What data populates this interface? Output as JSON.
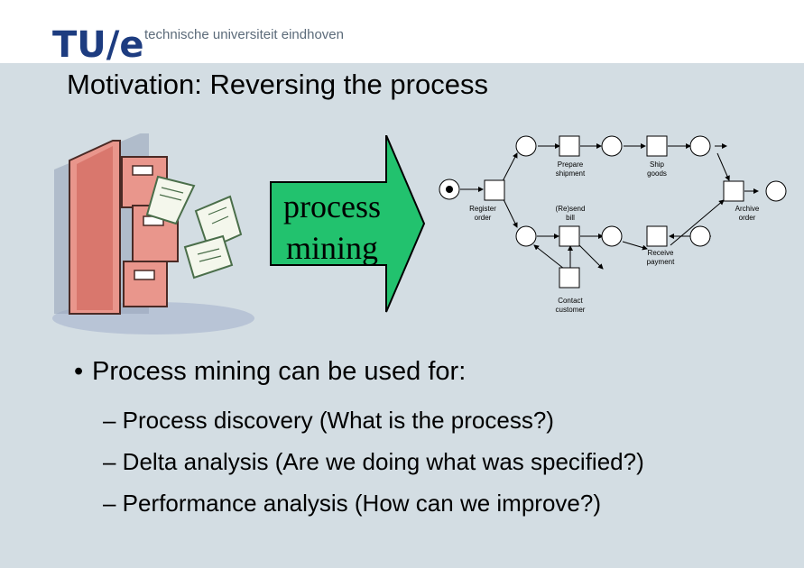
{
  "header": {
    "logo_text": "TU/e",
    "university_name": "technische universiteit eindhoven"
  },
  "title": "Motivation: Reversing the process",
  "arrow": {
    "line1": "process",
    "line2": "mining",
    "color": "#22c26e"
  },
  "petri_net": {
    "labels": {
      "register_order": "Register\norder",
      "prepare_shipment": "Prepare\nshipment",
      "ship_goods": "Ship\ngoods",
      "resend_bill": "(Re)send\nbill",
      "receive_payment": "Receive\npayment",
      "archive_order": "Archive\norder",
      "contact_customer": "Contact\ncustomer"
    }
  },
  "bullet": {
    "marker": "•",
    "text": "Process mining can be used for:"
  },
  "subitems": [
    "– Process discovery (What is the process?)",
    "– Delta analysis (Are we doing what was specified?)",
    "– Performance analysis (How can we improve?)"
  ]
}
